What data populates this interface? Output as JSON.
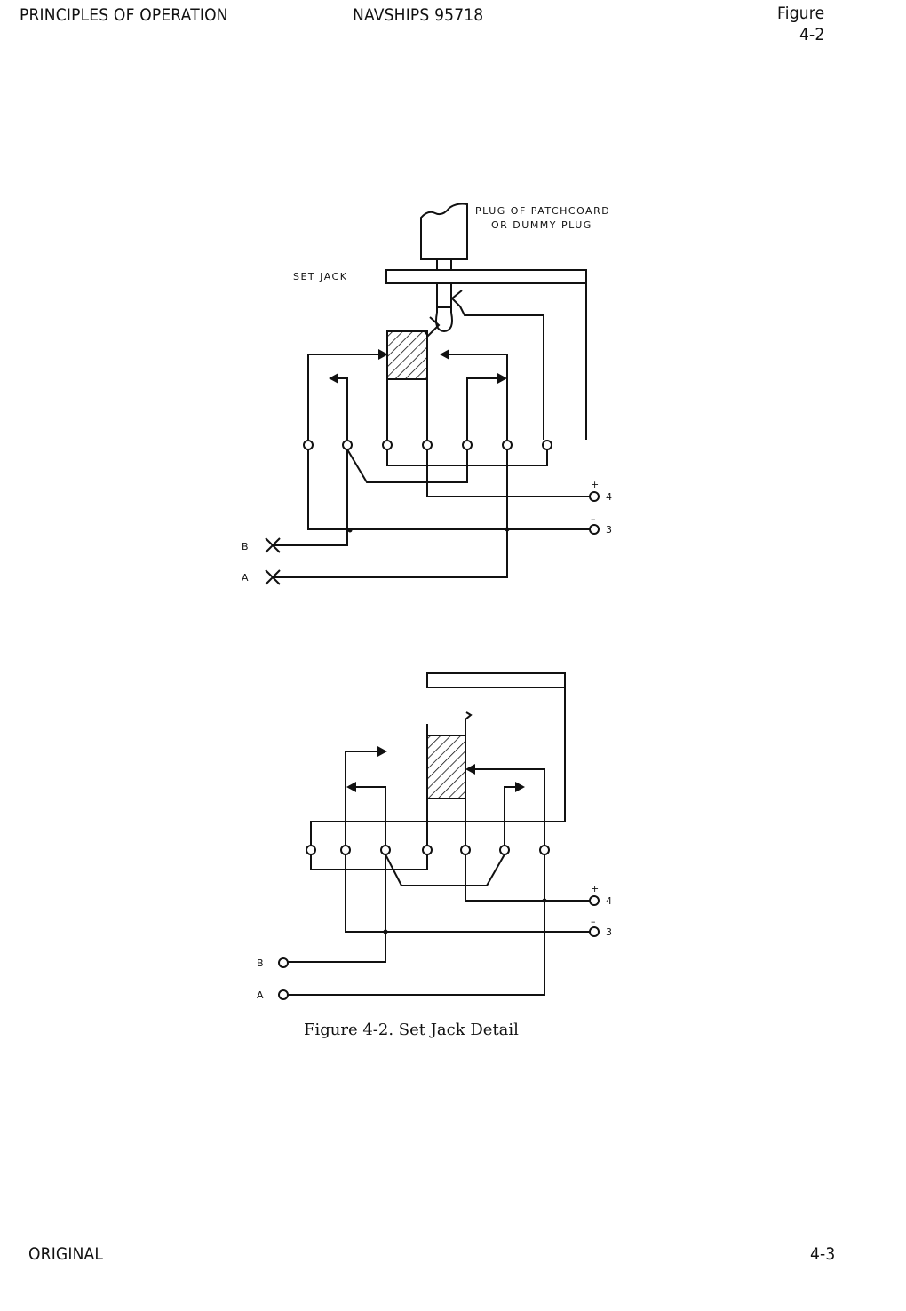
{
  "header": {
    "section": "PRINCIPLES OF OPERATION",
    "doc_number": "NAVSHIPS 95718",
    "figure_label": "Figure",
    "figure_number": "4-2"
  },
  "diagram_top": {
    "plug_label_line1": "PLUG OF PATCHCOARD",
    "plug_label_line2": "OR DUMMY PLUG",
    "jack_label": "SET JACK",
    "terminal_plus": "+",
    "terminal_minus": "–",
    "terminal_4": "4",
    "terminal_3": "3",
    "line_b": "B",
    "line_a": "A"
  },
  "diagram_bottom": {
    "terminal_plus": "+",
    "terminal_minus": "–",
    "terminal_4": "4",
    "terminal_3": "3",
    "line_b": "B",
    "line_a": "A"
  },
  "caption": "Figure 4-2.  Set Jack Detail",
  "footer": {
    "left": "ORIGINAL",
    "right": "4-3"
  }
}
